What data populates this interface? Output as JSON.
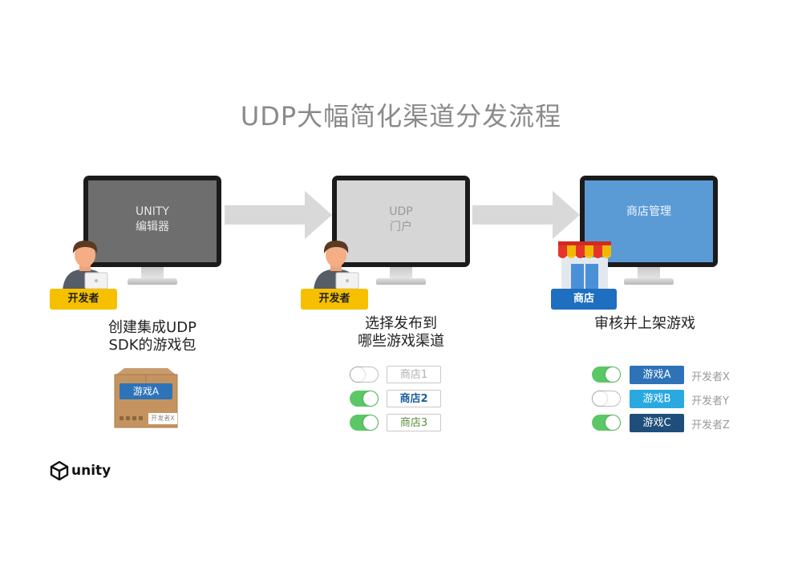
{
  "title": "UDP大幅简化渠道分发流程",
  "steps": [
    {
      "screen_lines": [
        "UNITY",
        "编辑器"
      ],
      "role_tag": "开发者",
      "caption_lines": [
        "创建集成UDP",
        "SDK的游戏包"
      ]
    },
    {
      "screen_lines": [
        "UDP",
        "门户"
      ],
      "role_tag": "开发者",
      "caption_lines": [
        "选择发布到",
        "哪些游戏渠道"
      ]
    },
    {
      "screen_lines": [
        "商店管理"
      ],
      "role_tag": "商店",
      "caption_lines": [
        "审核并上架游戏"
      ]
    }
  ],
  "package": {
    "label": "游戏A",
    "developer": "开发者X"
  },
  "stores": [
    {
      "label": "商店1",
      "enabled": false,
      "color": "#b0b0b0"
    },
    {
      "label": "商店2",
      "enabled": true,
      "color": "#1e5f9e"
    },
    {
      "label": "商店3",
      "enabled": true,
      "color": "#5a8f3c"
    }
  ],
  "games": [
    {
      "label": "游戏A",
      "developer": "开发者X",
      "enabled": true,
      "color": "#2e73b8"
    },
    {
      "label": "游戏B",
      "developer": "开发者Y",
      "enabled": false,
      "color": "#29a9e0"
    },
    {
      "label": "游戏C",
      "developer": "开发者Z",
      "enabled": true,
      "color": "#1f4e7a"
    }
  ],
  "logo": "unity",
  "colors": {
    "screen1": "#6e6e6e",
    "screen2": "#d6d6d6",
    "screen3": "#5b9bd5",
    "arrow": "#d9d9d9",
    "tag_developer": "#f6c000",
    "tag_store": "#1e6fbf"
  }
}
